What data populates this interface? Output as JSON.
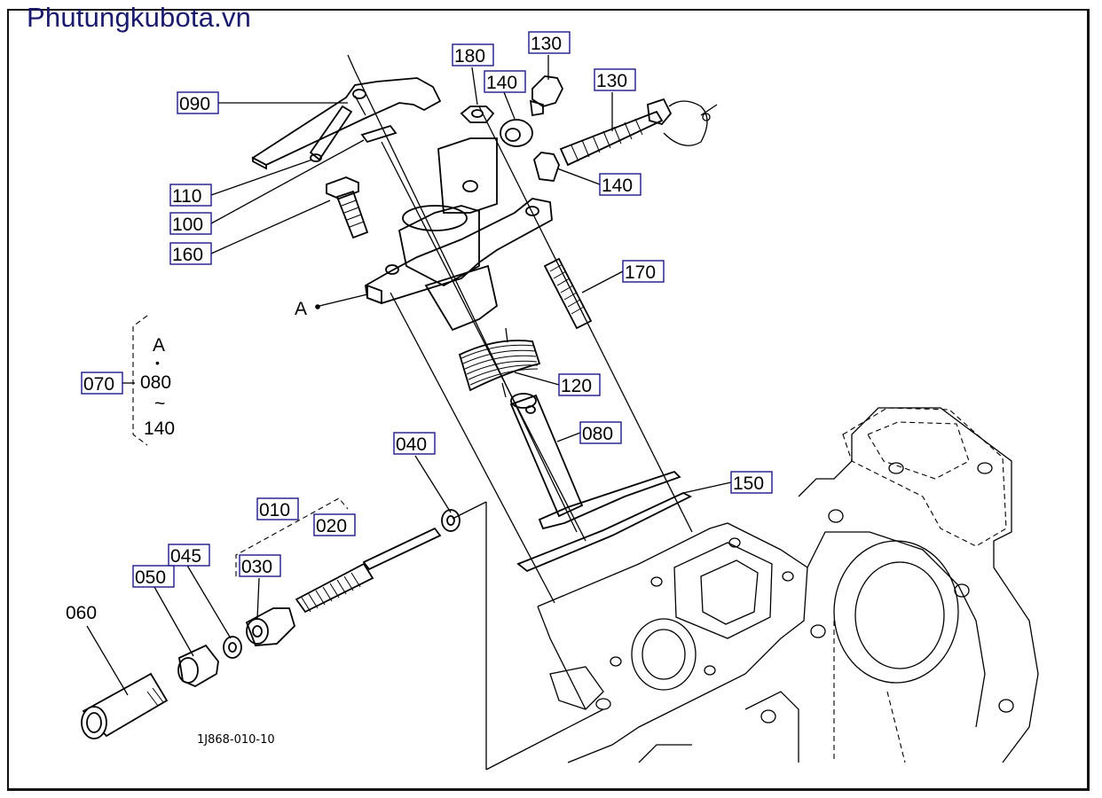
{
  "watermark": "Phutungkubota.vn",
  "drawing_code": "1J868-010-10",
  "callouts": {
    "c090": "090",
    "c110": "110",
    "c100": "100",
    "c160": "160",
    "c180": "180",
    "c140a": "140",
    "c130a": "130",
    "c130b": "130",
    "c140b": "140",
    "c170": "170",
    "c120": "120",
    "c080": "080",
    "c150": "150",
    "c070": "070",
    "c040": "040",
    "c010": "010",
    "c020": "020",
    "c030": "030",
    "c045": "045",
    "c050": "050",
    "c060": "060",
    "ref_a": "A"
  },
  "group_070": {
    "line1": "A",
    "line2": "•",
    "line3": "080",
    "line4": "~",
    "line5": "140"
  }
}
